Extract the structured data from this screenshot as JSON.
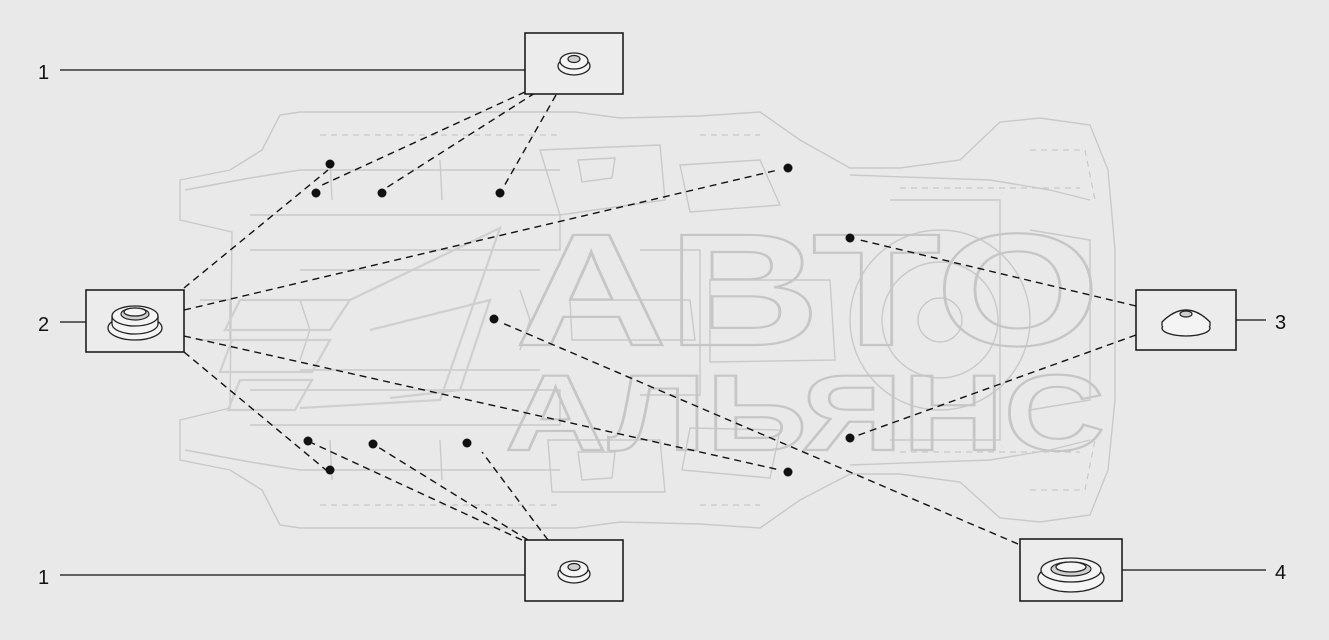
{
  "diagram": {
    "watermark": {
      "line1": "АВТО",
      "line2": "АЛЬЯНС"
    },
    "callouts": [
      {
        "id": "c1-top",
        "label": "1"
      },
      {
        "id": "c2",
        "label": "2"
      },
      {
        "id": "c3",
        "label": "3"
      },
      {
        "id": "c1-bottom",
        "label": "1"
      },
      {
        "id": "c4",
        "label": "4"
      }
    ],
    "parts": [
      {
        "id": "p1-top",
        "kind": "small-plug",
        "callout": "1"
      },
      {
        "id": "p2",
        "kind": "large-grommet",
        "callout": "2"
      },
      {
        "id": "p3",
        "kind": "dome-plug",
        "callout": "3"
      },
      {
        "id": "p1-bottom",
        "kind": "small-plug",
        "callout": "1"
      },
      {
        "id": "p4",
        "kind": "ring-grommet",
        "callout": "4"
      }
    ],
    "colors": {
      "ink": "#111111",
      "panel": "#c9c9c9",
      "background": "#e9e9e9"
    }
  }
}
